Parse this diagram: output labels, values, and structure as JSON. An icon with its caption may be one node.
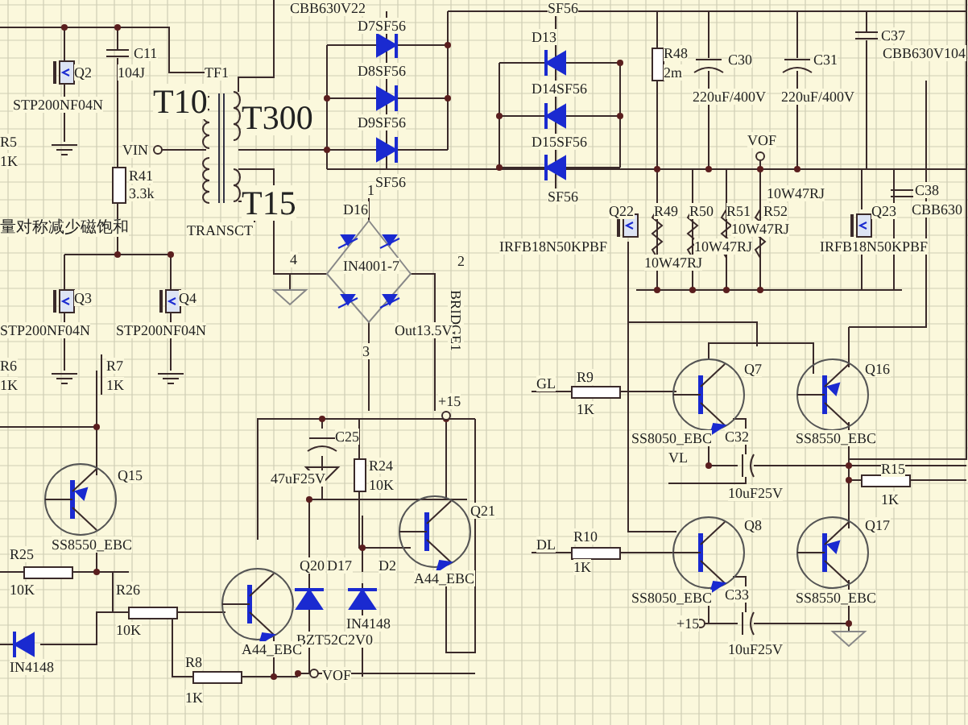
{
  "diagram": {
    "labels": [
      "CBB630V22",
      "D7SF56",
      "SF56",
      "C37",
      "CBB630V104",
      "C11",
      "104J",
      "Q2",
      "TF1",
      "STP200NF04N",
      "T10",
      "T300",
      "D8SF56",
      "D13",
      "R48",
      "2m",
      "C30",
      "C31",
      "220uF/400V",
      "220uF/400V",
      "D14SF56",
      "D9SF56",
      "D15SF56",
      "R5",
      "1K",
      "VIN",
      "VOF",
      "R41",
      "3.3k",
      "T15",
      "SF56",
      "SF56",
      "10W47RJ",
      "C38",
      "CBB630",
      "Q22",
      "R49",
      "R50",
      "R51",
      "R52",
      "Q23",
      "10W47RJ",
      "量对称减少磁饱和",
      "TRANSCT",
      "D16",
      "1",
      "IRFB18N50KPBF",
      "IRFB18N50KPBF",
      "10W47RJ",
      "10W47RJ",
      "4",
      "IN4001-7",
      "2",
      "BRIDGE1",
      "Q3",
      "Q4",
      "STP200NF04N",
      "STP200NF04N",
      "Out13.5V",
      "3",
      "R6",
      "1K",
      "R7",
      "1K",
      "+15",
      "GL",
      "R9",
      "1K",
      "Q7",
      "Q16",
      "C25",
      "47uF25V",
      "R24",
      "10K",
      "Q15",
      "SS8050_EBC",
      "SS8550_EBC",
      "C32",
      "VL",
      "Q21",
      "R15",
      "1K",
      "10uF25V",
      "SS8550_EBC",
      "R25",
      "10K",
      "DL",
      "R10",
      "1K",
      "Q8",
      "Q17",
      "R26",
      "10K",
      "Q20",
      "D17",
      "D2",
      "A44_EBC",
      "IN4148",
      "SS8050_EBC",
      "SS8550_EBC",
      "C33",
      "+15",
      "BZT52C2V0",
      "A44_EBC",
      "IN4148",
      "10uF25V",
      "R8",
      "1K",
      "VOF"
    ]
  }
}
